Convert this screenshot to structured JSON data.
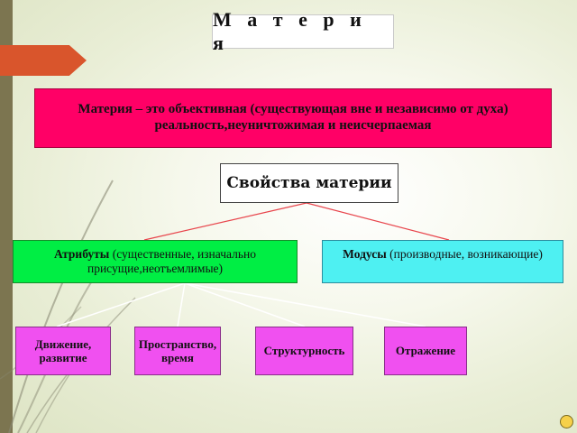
{
  "title": "М а т е р и я",
  "definition": "Материя – это объективная (существующая вне и независимо от духа) реальность,неуничтожимая и неисчерпаемая",
  "properties": "Свойства материи",
  "attributes": {
    "bold": "Атрибуты",
    "rest": " (существенные, изначально присущие,неотъемлимые)"
  },
  "modes": {
    "bold": "Модусы",
    "rest": " (производные, возникающие)"
  },
  "items": [
    "Движение, развитие",
    "Пространство, время",
    "Структурность",
    "Отражение"
  ],
  "colors": {
    "definition": "#ff0066",
    "attributes": "#00ee44",
    "modes": "#4ef0f2",
    "items": "#f050f0",
    "connector": "#e8454c",
    "accent_arrow": "#d9552c"
  },
  "icons": [
    "nav-arrow-icon"
  ]
}
